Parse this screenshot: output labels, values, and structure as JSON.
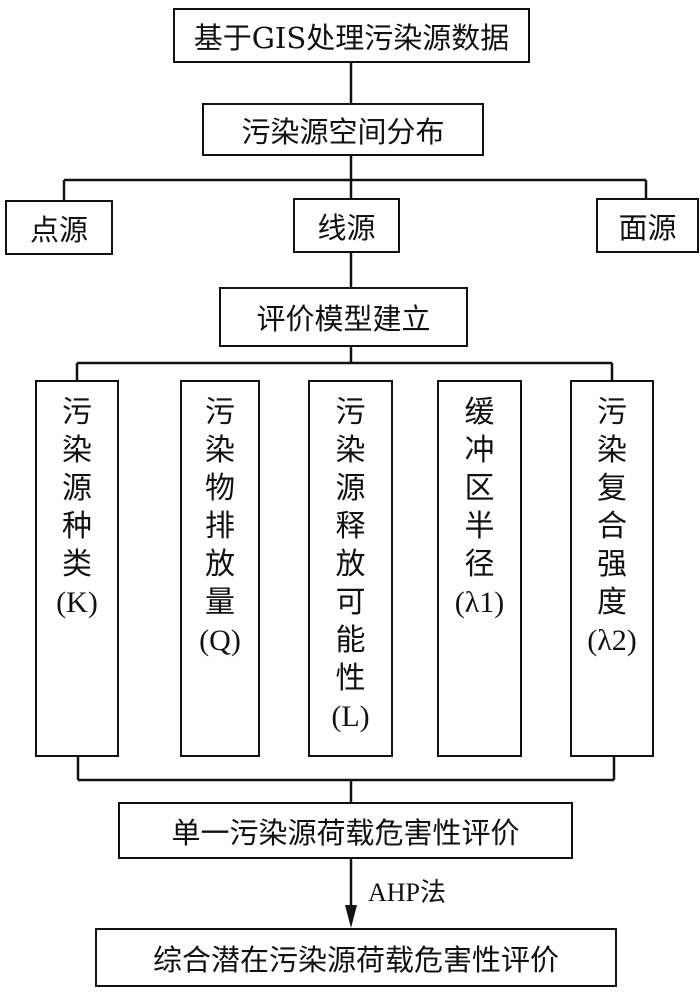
{
  "nodes": {
    "gis": "基于GIS处理污染源数据",
    "distribution": "污染源空间分布",
    "point": "点源",
    "line": "线源",
    "area": "面源",
    "model": "评价模型建立",
    "factors": [
      {
        "text": "污染源种类",
        "symbol": "(K)"
      },
      {
        "text": "污染物排放量",
        "symbol": "(Q)"
      },
      {
        "text": "污染源释放可能性",
        "symbol": "(L)"
      },
      {
        "text": "缓冲区半径",
        "symbol": "(λ1)"
      },
      {
        "text": "污染复合强度",
        "symbol": "(λ2)"
      }
    ],
    "single": "单一污染源荷载危害性评价",
    "ahp": "AHP法",
    "comprehensive": "综合潜在污染源荷载危害性评价"
  }
}
